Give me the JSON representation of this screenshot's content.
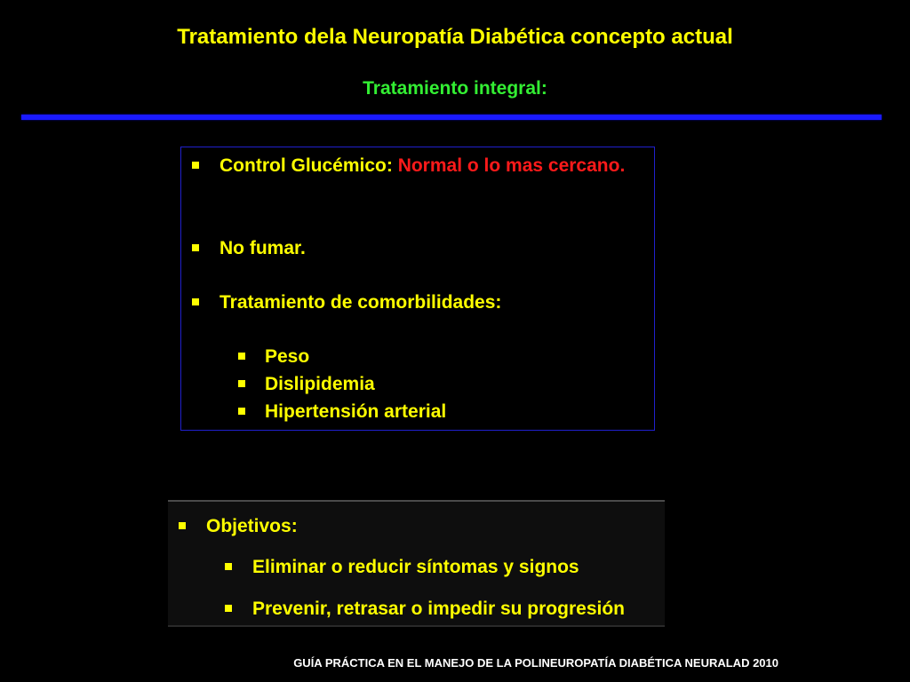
{
  "slide": {
    "title": "Tratamiento dela Neuropatía Diabética concepto actual",
    "subtitle": "Tratamiento integral:"
  },
  "box1": {
    "item1_label": "Control Glucémico: ",
    "item1_emphasis": "Normal o lo mas cercano.",
    "item2": "No fumar.",
    "item3": "Tratamiento de comorbilidades:",
    "subitems": [
      "Peso",
      "Dislipidemia",
      "Hipertensión arterial"
    ]
  },
  "box2": {
    "heading": "Objetivos:",
    "subitems": [
      "Eliminar o reducir síntomas y signos",
      "Prevenir, retrasar o impedir su progresión"
    ]
  },
  "footer": "GUÍA PRÁCTICA EN EL MANEJO DE LA POLINEUROPATÍA DIABÉTICA NEURALAD 2010",
  "colors": {
    "background": "#000000",
    "title": "#ffff00",
    "subtitle": "#33ee33",
    "emphasis": "#ff1a1a",
    "rule": "#1a1aff"
  }
}
